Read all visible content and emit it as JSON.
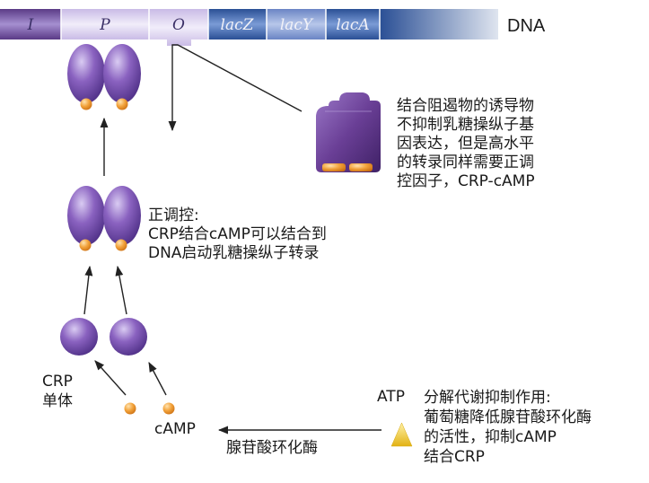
{
  "dna": {
    "label": "DNA",
    "segments": [
      {
        "name": "I",
        "text": "I"
      },
      {
        "name": "P",
        "text": "P"
      },
      {
        "name": "O",
        "text": "O"
      },
      {
        "name": "lacZ",
        "text": "lacZ"
      },
      {
        "name": "lacY",
        "text": "lacY"
      },
      {
        "name": "lacA",
        "text": "lacA"
      }
    ]
  },
  "texts": {
    "inducer_note": [
      "结合阻遏物的诱导物",
      "不抑制乳糖操纵子基",
      "因表达，但是高水平",
      "的转录同样需要正调",
      "控因子，CRP-cAMP"
    ],
    "positive_control": [
      "正调控:",
      "CRP结合cAMP可以结合到",
      "DNA启动乳糖操纵子转录"
    ],
    "crp_monomer": [
      "CRP",
      "单体"
    ],
    "camp": "cAMP",
    "adenylate_cyclase": "腺苷酸环化酶",
    "atp": "ATP",
    "catabolite_repression": [
      "分解代谢抑制作用:",
      "葡萄糖降低腺苷酸环化酶",
      "的活性，抑制cAMP",
      "结合CRP"
    ]
  },
  "colors": {
    "dna_purple": "#7b4fa6",
    "dna_blue": "#2f5fa8",
    "crp_purple": "#7a54b0",
    "camp_orange": "#f0a040",
    "repressor_purple": "#6a3f96",
    "atp_yellow": "#f3d23a"
  }
}
